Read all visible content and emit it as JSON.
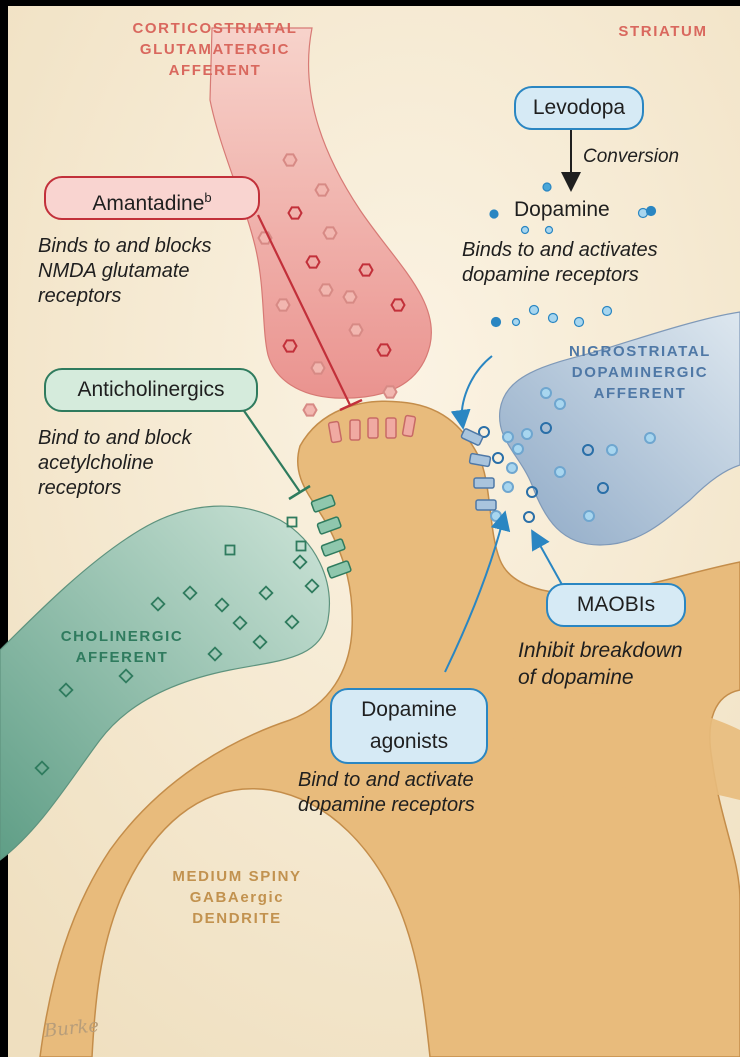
{
  "labels": {
    "corticostriatal": [
      "CORTICOSTRIATAL",
      "GLUTAMATERGIC",
      "AFFERENT"
    ],
    "striatum": "STRIATUM",
    "nigrostriatal": [
      "NIGROSTRIATAL",
      "DOPAMINERGIC",
      "AFFERENT"
    ],
    "cholinergic": [
      "CHOLINERGIC",
      "AFFERENT"
    ],
    "medium_spiny": [
      "MEDIUM SPINY",
      "GABAergic",
      "DENDRITE"
    ]
  },
  "drugs": {
    "levodopa": {
      "name": "Levodopa"
    },
    "conversion": "Conversion",
    "dopamine": "Dopamine",
    "dopamine_desc": [
      "Binds to and activates",
      "dopamine receptors"
    ],
    "amantadine": {
      "name": "Amantadine",
      "superscript": "b",
      "desc": [
        "Binds to and blocks",
        "NMDA glutamate",
        "receptors"
      ]
    },
    "anticholinergics": {
      "name": "Anticholinergics",
      "desc": [
        "Bind to and block",
        "acetylcholine",
        "receptors"
      ]
    },
    "maobis": {
      "name": "MAOBIs",
      "desc": [
        "Inhibit breakdown",
        "of dopamine"
      ]
    },
    "dopamine_agonists": {
      "name": [
        "Dopamine",
        "agonists"
      ],
      "desc": [
        "Bind to and activate",
        "dopamine receptors"
      ]
    }
  },
  "signature": "Burke",
  "colors": {
    "background": "#f6ecd6",
    "dendrite": "#e6b877",
    "cortical_terminal": "#eea3a0",
    "nigral_terminal": "#9fb6cf",
    "cholinergic_terminal": "#78aa96",
    "red_accent": "#c2303a",
    "blue_accent": "#2a86c2",
    "green_accent": "#2f7b5e",
    "pill_red_fill": "#f9d4d0",
    "pill_blue_fill": "#d6eaf5",
    "pill_green_fill": "#d5ebdc"
  }
}
